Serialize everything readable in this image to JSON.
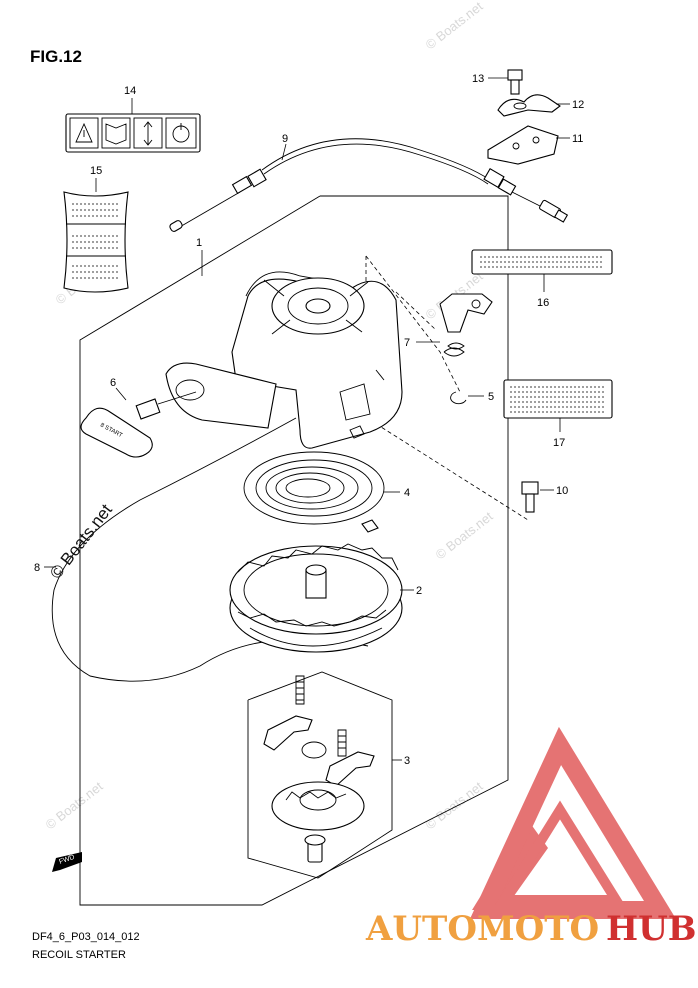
{
  "figure": {
    "title": "FIG.12",
    "model_code": "DF4_6_P03_014_012",
    "caption": "RECOIL STARTER",
    "fwd_label": "FWD"
  },
  "callouts": [
    {
      "id": "c1",
      "label": "1"
    },
    {
      "id": "c2",
      "label": "2"
    },
    {
      "id": "c3",
      "label": "3"
    },
    {
      "id": "c4",
      "label": "4"
    },
    {
      "id": "c5",
      "label": "5"
    },
    {
      "id": "c6",
      "label": "6"
    },
    {
      "id": "c7",
      "label": "7"
    },
    {
      "id": "c8",
      "label": "8"
    },
    {
      "id": "c9",
      "label": "9"
    },
    {
      "id": "c10",
      "label": "10"
    },
    {
      "id": "c11",
      "label": "11"
    },
    {
      "id": "c12",
      "label": "12"
    },
    {
      "id": "c13",
      "label": "13"
    },
    {
      "id": "c14",
      "label": "14"
    },
    {
      "id": "c15",
      "label": "15"
    },
    {
      "id": "c16",
      "label": "16"
    },
    {
      "id": "c17",
      "label": "17"
    }
  ],
  "handle_text": "8 START",
  "watermarks": {
    "text": "© Boats.net"
  },
  "brand": {
    "part_a": "AUTOMOTO",
    "part_b": "HUB",
    "color_a": "#f0a040",
    "color_b": "#d03030"
  }
}
